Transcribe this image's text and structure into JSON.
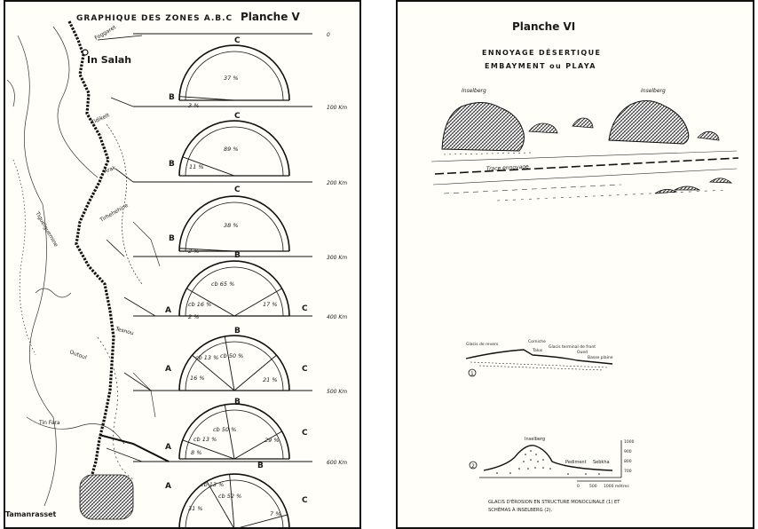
{
  "left_plate": {
    "title": "GRAPHIQUE DES ZONES A.B.C",
    "plate": "Planche V",
    "towns": [
      "In Salah",
      "Tamanrasset"
    ],
    "place_labels": [
      "Foggaret",
      "Tidikelt",
      "Arak",
      "Tirhehehine",
      "Tiguelguemine",
      "Tesnou",
      "Outoul",
      "Tin Fara"
    ],
    "distance_markers": [
      "0",
      "100 Km",
      "200 Km",
      "300 Km",
      "400 Km",
      "500 Km",
      "600 Km"
    ],
    "zone_charts": [
      {
        "labels": [
          "C",
          "B"
        ],
        "values": [
          "37 %",
          "3 %"
        ]
      },
      {
        "labels": [
          "C",
          "B"
        ],
        "values": [
          "89 %",
          "11 %"
        ]
      },
      {
        "labels": [
          "C",
          "B"
        ],
        "values": [
          "38 %",
          "2 %"
        ]
      },
      {
        "labels": [
          "B",
          "A",
          "C"
        ],
        "values": [
          "cb 65 %",
          "cb 16 %",
          "17 %",
          "2 %"
        ]
      },
      {
        "labels": [
          "B",
          "A",
          "C"
        ],
        "values": [
          "cb 50 %",
          "cb 13 %",
          "16 %",
          "21 %"
        ]
      },
      {
        "labels": [
          "B",
          "A",
          "C"
        ],
        "values": [
          "cb 50 %",
          "cb 13 %",
          "8 %",
          "29 %"
        ]
      },
      {
        "labels": [
          "B",
          "A",
          "C"
        ],
        "values": [
          "cb 52 %",
          "cb 13 %",
          "31 %",
          "7 %"
        ]
      }
    ]
  },
  "right_plate": {
    "plate": "Planche VI",
    "title_line1": "ENNOYAGE DÉSERTIQUE",
    "title_line2": "EMBAYMENT ou PLAYA",
    "sketch_labels": [
      "Inselberg",
      "Inselberg",
      "Trace ennoyage"
    ],
    "profile1": {
      "number": "1",
      "labels": [
        "Glacis de revers",
        "Corniche",
        "Talus",
        "Glacis terminal de front",
        "Oued",
        "Basse plaine"
      ]
    },
    "profile2": {
      "number": "2",
      "labels": [
        "Inselberg",
        "Pediment",
        "Sebkha"
      ],
      "scale": [
        "1000",
        "900",
        "800",
        "700"
      ],
      "bottom_scale": [
        "0",
        "500",
        "1000 mètres"
      ]
    },
    "caption_line1": "GLACIS D'ÉROSION EN STRUCTURE MONOCLINALE (1) ET",
    "caption_line2": "SCHÉMAS À INSELBERG (2)."
  }
}
